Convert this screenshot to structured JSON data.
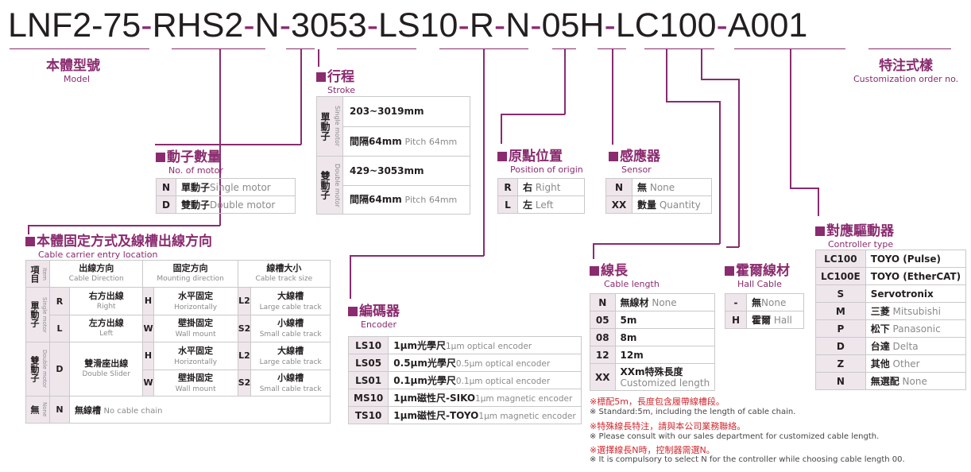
{
  "model_code": {
    "segments": [
      "LNF2-75",
      "RHS2",
      "N",
      "3053",
      "LS10",
      "R",
      "N",
      "05H",
      "LC100",
      "A001"
    ],
    "separator": "-"
  },
  "model": {
    "zh": "本體型號",
    "en": "Model"
  },
  "custom": {
    "zh": "特注式樣",
    "en": "Customization order no."
  },
  "stroke": {
    "zh": "行程",
    "en": "Stroke",
    "single_zh": "單動子",
    "single_en": "Single motor",
    "double_zh": "雙動子",
    "double_en": "Double motor",
    "single_range": "203~3019mm",
    "single_pitch_zh": "間隔64mm",
    "single_pitch_en": "Pitch 64mm",
    "double_range": "429~3053mm",
    "double_pitch_zh": "間隔64mm",
    "double_pitch_en": "Pitch 64mm"
  },
  "motor": {
    "zh": "動子數量",
    "en": "No. of motor",
    "rows": [
      {
        "k": "N",
        "zh": "單動子",
        "en": "Single motor"
      },
      {
        "k": "D",
        "zh": "雙動子",
        "en": "Double motor"
      }
    ]
  },
  "origin": {
    "zh": "原點位置",
    "en": "Position of origin",
    "rows": [
      {
        "k": "R",
        "zh": "右",
        "en": "Right"
      },
      {
        "k": "L",
        "zh": "左",
        "en": "Left"
      }
    ]
  },
  "sensor": {
    "zh": "感應器",
    "en": "Sensor",
    "rows": [
      {
        "k": "N",
        "zh": "無",
        "en": "None"
      },
      {
        "k": "XX",
        "zh": "數量",
        "en": "Quantity"
      }
    ]
  },
  "cable_carrier": {
    "zh": "本體固定方式及線槽出線方向",
    "en": "Cable carrier entry location",
    "head": {
      "item_zh": "項目",
      "item_en": "Item",
      "dir_zh": "出線方向",
      "dir_en": "Cable Direction",
      "mount_zh": "固定方向",
      "mount_en": "Mounting direction",
      "size_zh": "線槽大小",
      "size_en": "Cable track size"
    },
    "single_zh": "單動子",
    "single_en": "Single motor",
    "double_zh": "雙動子",
    "double_en": "Double motor",
    "none_zh": "無",
    "none_en": "None",
    "R": {
      "zh": "右方出線",
      "en": "Right"
    },
    "L": {
      "zh": "左方出線",
      "en": "Left"
    },
    "D": {
      "zh": "雙滑座出線",
      "en": "Double Slider"
    },
    "H": {
      "zh": "水平固定",
      "en": "Horizontally"
    },
    "W": {
      "zh": "壁掛固定",
      "en": "Wall mount"
    },
    "L2": {
      "zh": "大線槽",
      "en": "Large cable track"
    },
    "S2": {
      "zh": "小線槽",
      "en": "Small cable track"
    },
    "N": {
      "zh": "無線槽",
      "en": "No cable chain"
    }
  },
  "encoder": {
    "zh": "編碼器",
    "en": "Encoder",
    "rows": [
      {
        "k": "LS10",
        "zh": "1μm光學尺",
        "en": "1μm optical encoder"
      },
      {
        "k": "LS05",
        "zh": "0.5μm光學尺",
        "en": "0.5μm optical encoder"
      },
      {
        "k": "LS01",
        "zh": "0.1μm光學尺",
        "en": "0.1μm optical encoder"
      },
      {
        "k": "MS10",
        "zh": "1μm磁性尺-SIKO",
        "en": "1μm magnetic encoder"
      },
      {
        "k": "TS10",
        "zh": "1μm磁性尺-TOYO",
        "en": "1μm magnetic encoder"
      }
    ]
  },
  "cable_length": {
    "zh": "線長",
    "en": "Cable length",
    "rows": [
      {
        "k": "N",
        "zh": "無線材",
        "en": "None"
      },
      {
        "k": "05",
        "zh": "5m",
        "en": ""
      },
      {
        "k": "08",
        "zh": "8m",
        "en": ""
      },
      {
        "k": "12",
        "zh": "12m",
        "en": ""
      },
      {
        "k": "XX",
        "zh": "XXm特殊長度",
        "en": "Customized length"
      }
    ]
  },
  "hall": {
    "zh": "霍爾線材",
    "en": "Hall Cable",
    "rows": [
      {
        "k": "-",
        "zh": "無",
        "en": "None"
      },
      {
        "k": "H",
        "zh": "霍爾",
        "en": "Hall"
      }
    ]
  },
  "controller": {
    "zh": "對應驅動器",
    "en": "Controller type",
    "rows": [
      {
        "k": "LC100",
        "zh": "TOYO (Pulse)",
        "en": ""
      },
      {
        "k": "LC100E",
        "zh": "TOYO (EtherCAT)",
        "en": ""
      },
      {
        "k": "S",
        "zh": "Servotronix",
        "en": ""
      },
      {
        "k": "M",
        "zh": "三菱",
        "en": "Mitsubishi"
      },
      {
        "k": "P",
        "zh": "松下",
        "en": "Panasonic"
      },
      {
        "k": "D",
        "zh": "台達",
        "en": "Delta"
      },
      {
        "k": "Z",
        "zh": "其他",
        "en": "Other"
      },
      {
        "k": "N",
        "zh": "無選配",
        "en": "None"
      }
    ]
  },
  "notes": [
    {
      "text": "※標配5m，長度包含履帶線槽段。",
      "red": true
    },
    {
      "text": "※ Standard:5m, including the length of cable chain.",
      "red": false
    },
    {
      "text": "※特殊線長特注，請與本公司業務聯絡。",
      "red": true
    },
    {
      "text": "※ Please consult with our sales department for customized cable length.",
      "red": false
    },
    {
      "text": "※選擇線長N時，控制器需選N。",
      "red": true
    },
    {
      "text": "※ It is compulsory to select N for the controller while choosing cable length 00.",
      "red": false
    }
  ],
  "colors": {
    "accent": "#8a2b6f",
    "key_bg": "#efe6ec",
    "note_red": "#d0282e"
  }
}
